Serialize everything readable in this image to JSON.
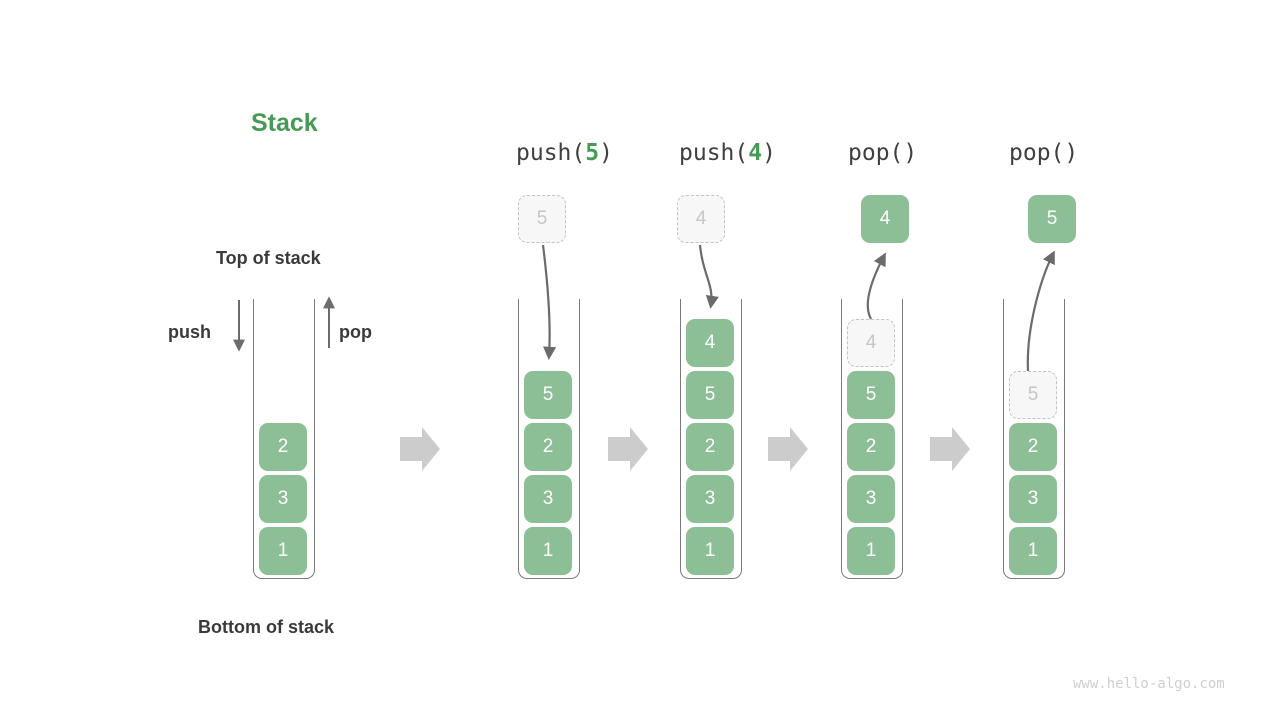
{
  "page": {
    "title": "Stack",
    "title_color": "#459a55",
    "cell_color": "#8cbf96",
    "ghost_color": "#f7f7f7",
    "arrow_color": "#6b6b6b",
    "transition_arrow_color": "#cccccc",
    "watermark": "www.hello-algo.com"
  },
  "labels": {
    "top_of_stack": "Top of stack",
    "bottom_of_stack": "Bottom of stack",
    "push": "push",
    "pop": "pop"
  },
  "initial_stack": {
    "name": "initial",
    "cells_top_to_bottom": [
      "2",
      "3",
      "1"
    ]
  },
  "steps": [
    {
      "operation_prefix": "push(",
      "operation_arg": "5",
      "operation_suffix": ")",
      "operation_full": "push(5)",
      "external_cell": {
        "value": "5",
        "style": "ghost",
        "position": "above"
      },
      "arrow": "down-into-stack",
      "cells_top_to_bottom": [
        "5",
        "2",
        "3",
        "1"
      ],
      "cell_styles_top_to_bottom": [
        "solid",
        "solid",
        "solid",
        "solid"
      ]
    },
    {
      "operation_prefix": "push(",
      "operation_arg": "4",
      "operation_suffix": ")",
      "operation_full": "push(4)",
      "external_cell": {
        "value": "4",
        "style": "ghost",
        "position": "above"
      },
      "arrow": "down-into-stack",
      "cells_top_to_bottom": [
        "4",
        "5",
        "2",
        "3",
        "1"
      ],
      "cell_styles_top_to_bottom": [
        "solid",
        "solid",
        "solid",
        "solid",
        "solid"
      ]
    },
    {
      "operation_prefix": "pop(",
      "operation_arg": "",
      "operation_suffix": ")",
      "operation_full": "pop()",
      "external_cell": {
        "value": "4",
        "style": "solid",
        "position": "above"
      },
      "arrow": "up-out-of-stack",
      "cells_top_to_bottom": [
        "4",
        "5",
        "2",
        "3",
        "1"
      ],
      "cell_styles_top_to_bottom": [
        "ghost",
        "solid",
        "solid",
        "solid",
        "solid"
      ]
    },
    {
      "operation_prefix": "pop(",
      "operation_arg": "",
      "operation_suffix": ")",
      "operation_full": "pop()",
      "external_cell": {
        "value": "5",
        "style": "solid",
        "position": "above"
      },
      "arrow": "up-out-of-stack",
      "cells_top_to_bottom": [
        "5",
        "2",
        "3",
        "1"
      ],
      "cell_styles_top_to_bottom": [
        "ghost",
        "solid",
        "solid",
        "solid"
      ]
    }
  ]
}
